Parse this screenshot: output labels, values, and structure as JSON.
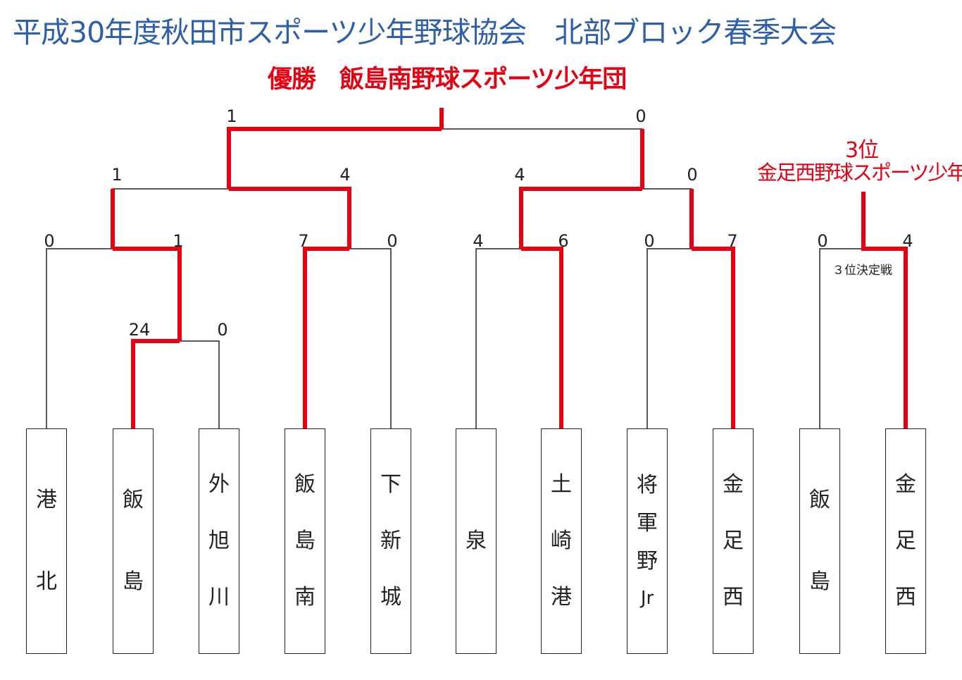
{
  "title": "平成30年度秋田市スポーツ少年野球協会　北部ブロック春季大会",
  "champion": "優勝　飯島南野球スポーツ少年団",
  "third_place": {
    "rank": "3位",
    "team": "金足西野球スポーツ少年団",
    "game_label": "３位決定戦"
  },
  "colors": {
    "title": "#2e5fa8",
    "winner": "#e60012",
    "line": "#222222"
  },
  "teams": [
    {
      "name": "港北",
      "chars": [
        "港",
        "北"
      ]
    },
    {
      "name": "飯島",
      "chars": [
        "飯",
        "島"
      ]
    },
    {
      "name": "外旭川",
      "chars": [
        "外",
        "旭",
        "川"
      ]
    },
    {
      "name": "飯島南",
      "chars": [
        "飯",
        "島",
        "南"
      ]
    },
    {
      "name": "下新城",
      "chars": [
        "下",
        "新",
        "城"
      ]
    },
    {
      "name": "泉",
      "chars": [
        "泉"
      ]
    },
    {
      "name": "土崎港",
      "chars": [
        "土",
        "崎",
        "港"
      ]
    },
    {
      "name": "将軍野Jr",
      "chars": [
        "将",
        "軍",
        "野",
        "Jr"
      ]
    },
    {
      "name": "金足西",
      "chars": [
        "金",
        "足",
        "西"
      ]
    },
    {
      "name": "飯島",
      "chars": [
        "飯",
        "島"
      ]
    },
    {
      "name": "金足西",
      "chars": [
        "金",
        "足",
        "西"
      ]
    }
  ],
  "matches": [
    {
      "id": "r1a",
      "round": 1,
      "left": "飯島",
      "right": "外旭川",
      "left_score": "24",
      "right_score": "0",
      "winner": "left"
    },
    {
      "id": "r2a",
      "round": 2,
      "left": "港北",
      "right": "飯島",
      "left_score": "0",
      "right_score": "1",
      "winner": "right"
    },
    {
      "id": "r2b",
      "round": 2,
      "left": "飯島南",
      "right": "下新城",
      "left_score": "7",
      "right_score": "0",
      "winner": "left"
    },
    {
      "id": "r2c",
      "round": 2,
      "left": "泉",
      "right": "土崎港",
      "left_score": "4",
      "right_score": "6",
      "winner": "right"
    },
    {
      "id": "r2d",
      "round": 2,
      "left": "将軍野Jr",
      "right": "金足西",
      "left_score": "0",
      "right_score": "7",
      "winner": "right"
    },
    {
      "id": "sf1",
      "round": 3,
      "left": "飯島",
      "right": "飯島南",
      "left_score": "1",
      "right_score": "4",
      "winner": "right"
    },
    {
      "id": "sf2",
      "round": 3,
      "left": "土崎港",
      "right": "金足西",
      "left_score": "4",
      "right_score": "0",
      "winner": "left"
    },
    {
      "id": "final",
      "round": 4,
      "left": "飯島南",
      "right": "土崎港",
      "left_score": "1",
      "right_score": "0",
      "winner": "left"
    },
    {
      "id": "third",
      "round": "3位決定戦",
      "left": "飯島",
      "right": "金足西",
      "left_score": "0",
      "right_score": "4",
      "winner": "right"
    }
  ]
}
